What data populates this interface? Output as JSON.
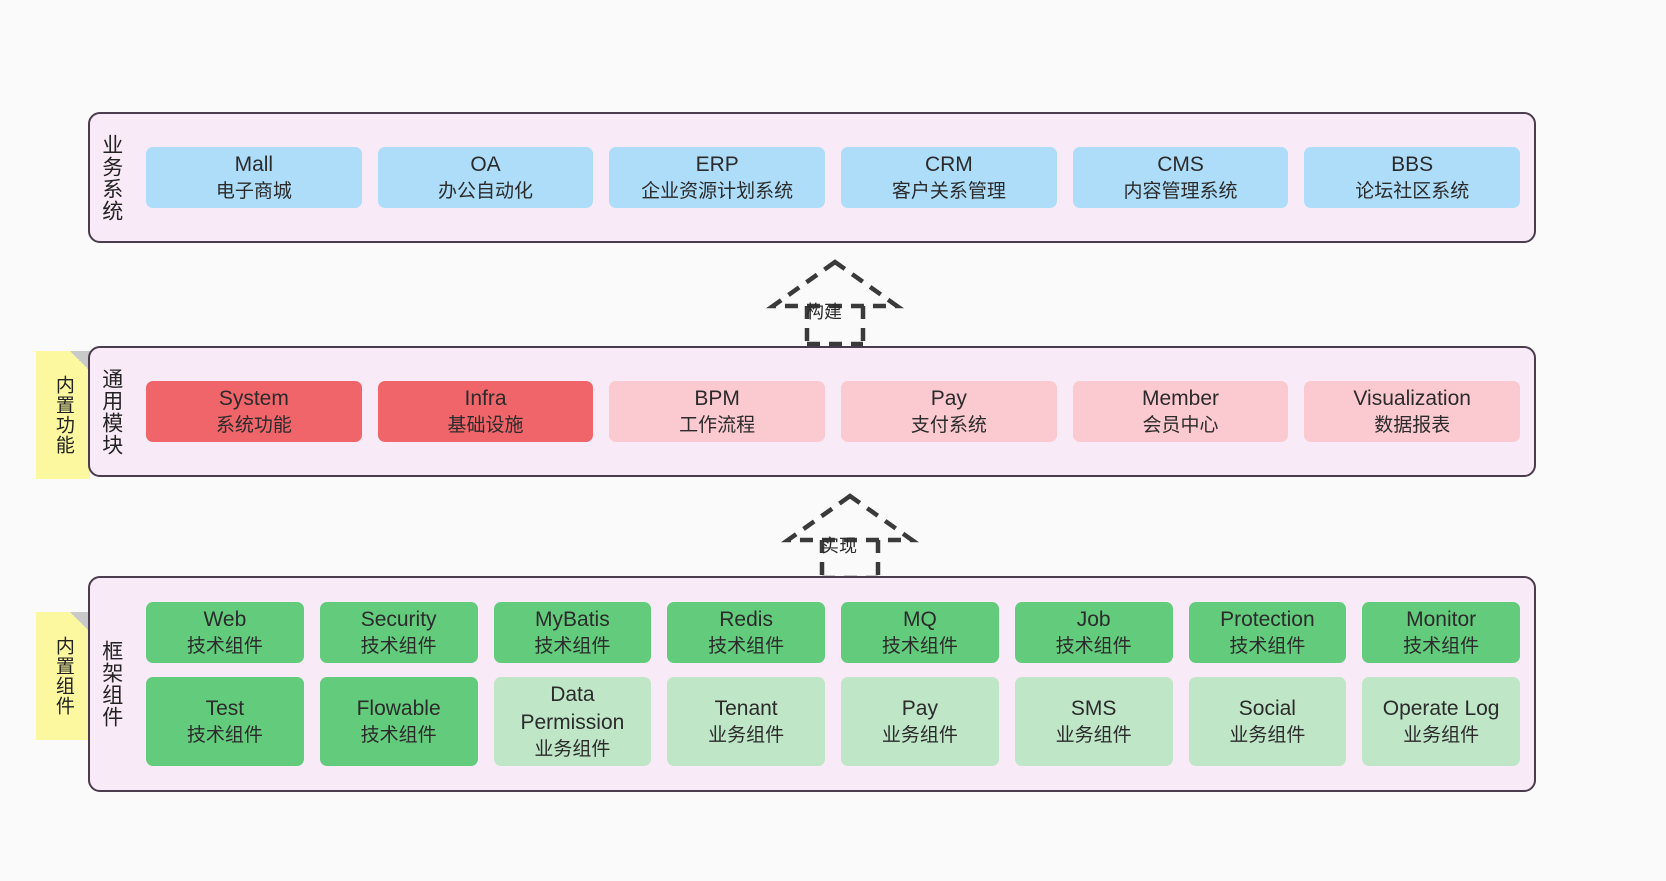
{
  "diagram": {
    "title_note_top": "内置功能",
    "title_note_bottom": "内置组件",
    "colors": {
      "panel_bg": "#f8eaf6",
      "panel_border": "#4a3b4d",
      "blue": "#aeddf9",
      "red": "#f0656a",
      "pink": "#fbc9d0",
      "green": "#63cb7c",
      "light_green": "#bfe6c7",
      "note_yellow": "#fbf8a0",
      "canvas": "#fafafa"
    }
  },
  "layers": [
    {
      "id": "business-systems",
      "title": "业务系统",
      "rows": [
        [
          {
            "name": "Mall",
            "desc": "电子商城",
            "color": "blue"
          },
          {
            "name": "OA",
            "desc": "办公自动化",
            "color": "blue"
          },
          {
            "name": "ERP",
            "desc": "企业资源计划系统",
            "color": "blue"
          },
          {
            "name": "CRM",
            "desc": "客户关系管理",
            "color": "blue"
          },
          {
            "name": "CMS",
            "desc": "内容管理系统",
            "color": "blue"
          },
          {
            "name": "BBS",
            "desc": "论坛社区系统",
            "color": "blue"
          }
        ]
      ]
    },
    {
      "id": "common-modules",
      "title": "通用模块",
      "note": "内置功能",
      "rows": [
        [
          {
            "name": "System",
            "desc": "系统功能",
            "color": "red"
          },
          {
            "name": "Infra",
            "desc": "基础设施",
            "color": "red"
          },
          {
            "name": "BPM",
            "desc": "工作流程",
            "color": "pink"
          },
          {
            "name": "Pay",
            "desc": "支付系统",
            "color": "pink"
          },
          {
            "name": "Member",
            "desc": "会员中心",
            "color": "pink"
          },
          {
            "name": "Visualization",
            "desc": "数据报表",
            "color": "pink"
          }
        ]
      ]
    },
    {
      "id": "framework-components",
      "title": "框架组件",
      "note": "内置组件",
      "rows": [
        [
          {
            "name": "Web",
            "desc": "技术组件",
            "color": "green"
          },
          {
            "name": "Security",
            "desc": "技术组件",
            "color": "green"
          },
          {
            "name": "MyBatis",
            "desc": "技术组件",
            "color": "green"
          },
          {
            "name": "Redis",
            "desc": "技术组件",
            "color": "green"
          },
          {
            "name": "MQ",
            "desc": "技术组件",
            "color": "green"
          },
          {
            "name": "Job",
            "desc": "技术组件",
            "color": "green"
          },
          {
            "name": "Protection",
            "desc": "技术组件",
            "color": "green"
          },
          {
            "name": "Monitor",
            "desc": "技术组件",
            "color": "green"
          }
        ],
        [
          {
            "name": "Test",
            "desc": "技术组件",
            "color": "green"
          },
          {
            "name": "Flowable",
            "desc": "技术组件",
            "color": "green"
          },
          {
            "name": "Data Permission",
            "desc": "业务组件",
            "color": "lgreen"
          },
          {
            "name": "Tenant",
            "desc": "业务组件",
            "color": "lgreen"
          },
          {
            "name": "Pay",
            "desc": "业务组件",
            "color": "lgreen"
          },
          {
            "name": "SMS",
            "desc": "业务组件",
            "color": "lgreen"
          },
          {
            "name": "Social",
            "desc": "业务组件",
            "color": "lgreen"
          },
          {
            "name": "Operate Log",
            "desc": "业务组件",
            "color": "lgreen"
          }
        ]
      ]
    }
  ],
  "connectors": [
    {
      "id": "build",
      "label": "构建"
    },
    {
      "id": "implement",
      "label": "实现"
    }
  ]
}
